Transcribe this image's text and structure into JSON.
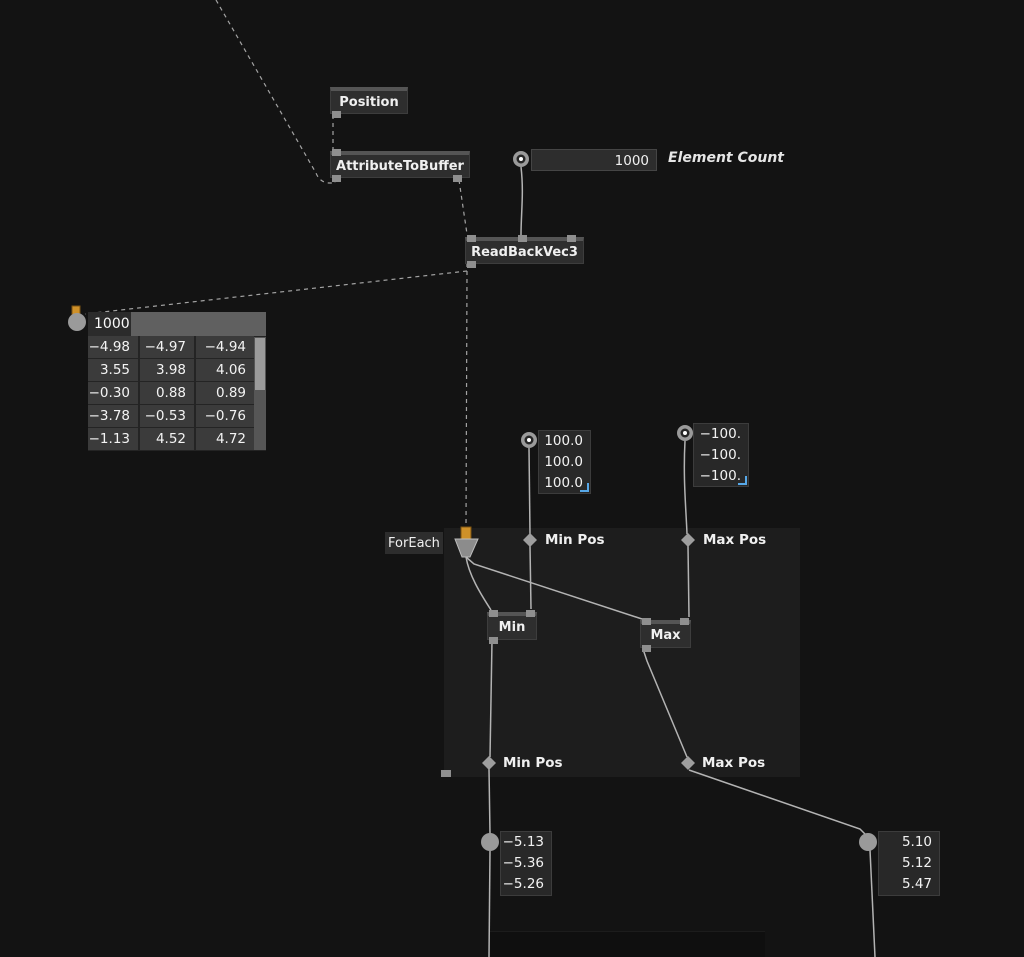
{
  "nodes": {
    "position": {
      "label": "Position"
    },
    "attribute_to_buffer": {
      "label": "AttributeToBuffer"
    },
    "readback_vec3": {
      "label": "ReadBackVec3"
    },
    "foreach": {
      "label": "ForEach"
    },
    "min": {
      "label": "Min"
    },
    "max": {
      "label": "Max"
    }
  },
  "element_count": {
    "value": "1000",
    "label": "Element Count"
  },
  "buffer_table": {
    "count": "1000",
    "rows": [
      [
        "−4.98",
        "−4.97",
        "−4.94"
      ],
      [
        "3.55",
        "3.98",
        "4.06"
      ],
      [
        "−0.30",
        "0.88",
        "0.89"
      ],
      [
        "−3.78",
        "−0.53",
        "−0.76"
      ],
      [
        "−1.13",
        "4.52",
        "4.72"
      ]
    ]
  },
  "value_boxes": {
    "min_pos_input": {
      "values": [
        "100.0",
        "100.0",
        "100.0"
      ]
    },
    "max_pos_input": {
      "values": [
        "−100.",
        "−100.",
        "−100."
      ]
    },
    "min_pos_result": {
      "values": [
        "−5.13",
        "−5.36",
        "−5.26"
      ]
    },
    "max_pos_result": {
      "values": [
        "5.10",
        "5.12",
        "5.47"
      ]
    }
  },
  "pin_labels": {
    "min_pos_top": "Min Pos",
    "max_pos_top": "Max Pos",
    "min_pos_bottom": "Min Pos",
    "max_pos_bottom": "Max Pos"
  },
  "colors": {
    "background": "#131313",
    "region": "#1d1d1d",
    "wire": "#b3b3b3",
    "accent_orange": "#cf9129",
    "selection_blue": "#57a8e8"
  }
}
